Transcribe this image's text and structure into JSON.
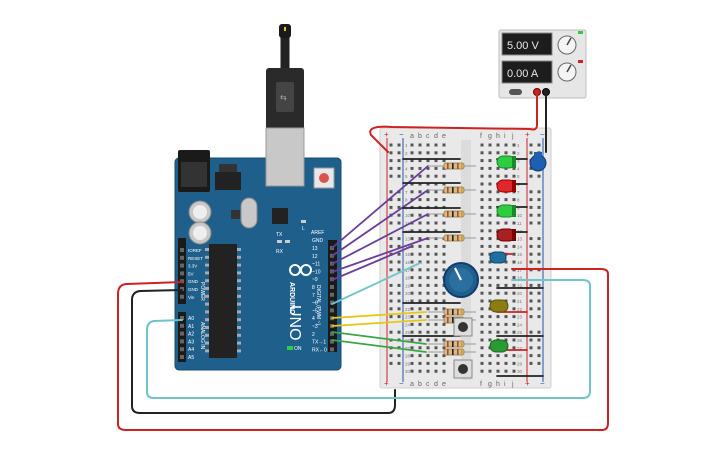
{
  "power_supply": {
    "voltage_display": "5.00 V",
    "current_display": "0.00 A"
  },
  "arduino": {
    "brand": "ARDUINO",
    "model": "UNO",
    "reset_label": "RESET",
    "power_header_label": "POWER",
    "analog_header_label": "ANALOG IN",
    "digital_header_label": "DIGITAL (PWM ~)",
    "aref_label": "AREF",
    "gnd_label": "GND",
    "l_label": "L",
    "on_label": "ON",
    "tx_label": "TX",
    "rx_label": "RX",
    "power_pins": [
      "IOREF",
      "RESET",
      "3.3V",
      "5V",
      "GND",
      "GND",
      "Vin"
    ],
    "analog_pins": [
      "A0",
      "A1",
      "A2",
      "A3",
      "A4",
      "A5"
    ],
    "digital_pins": [
      "13",
      "12",
      "~11",
      "~10",
      "~9",
      "8",
      "7",
      "~6",
      "~5",
      "4",
      "~3",
      "2",
      "TX→1",
      "RX←0"
    ]
  },
  "breadboard": {
    "column_letters_left": [
      "a",
      "b",
      "c",
      "d",
      "e"
    ],
    "column_letters_right": [
      "f",
      "g",
      "h",
      "i",
      "j"
    ],
    "plus_sign": "+",
    "minus_sign": "−",
    "row_numbers": [
      "1",
      "2",
      "3",
      "4",
      "5",
      "6",
      "7",
      "8",
      "9",
      "10",
      "11",
      "12",
      "13",
      "14",
      "15",
      "16",
      "17",
      "18",
      "19",
      "20",
      "21",
      "22",
      "23",
      "24",
      "25",
      "26",
      "27",
      "28",
      "29",
      "30"
    ]
  },
  "colors": {
    "arduino_board": "#1f5f8b",
    "breadboard": "#e8e8e8",
    "power_rail_red": "#cc2222",
    "power_rail_blue": "#2255aa",
    "wire_red": "#cc2222",
    "wire_black": "#222222",
    "wire_purple": "#6a3d9a",
    "wire_cyan": "#6fc4c9",
    "wire_yellow": "#e6c619",
    "wire_green": "#3aa648",
    "led_green": "#2ecc40",
    "led_red": "#cc1f1f",
    "led_yellow": "#9a8a10",
    "potentiometer": "#1f5f8b"
  },
  "components": {
    "leds": [
      "green-led",
      "red-led",
      "green-led",
      "red-led",
      "blue-led",
      "yellow-led",
      "green-led"
    ],
    "pushbuttons": 2,
    "potentiometer": "rotary-potentiometer",
    "capacitor": "blue-capacitor"
  }
}
